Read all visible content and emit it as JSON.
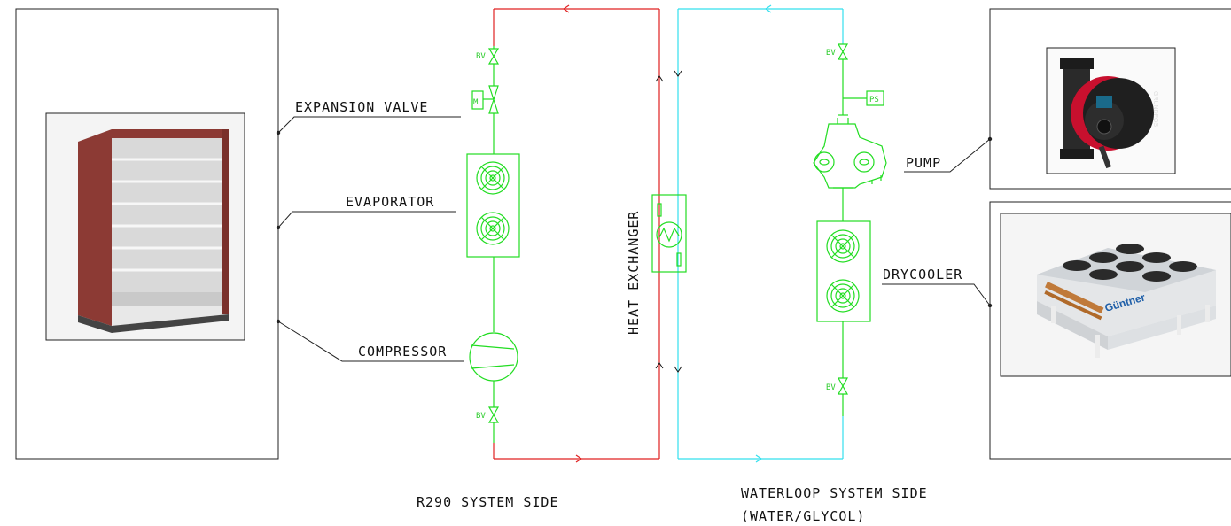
{
  "labels": {
    "expansion_valve": "EXPANSION VALVE",
    "evaporator": "EVAPORATOR",
    "compressor": "COMPRESSOR",
    "heat_exchanger": "HEAT EXCHANGER",
    "pump": "PUMP",
    "drycooler": "DRYCOOLER",
    "r290_side": "R290 SYSTEM SIDE",
    "waterloop_side": "WATERLOOP SYSTEM SIDE",
    "waterloop_medium": "(WATER/GLYCOL)"
  },
  "tags": {
    "ball_valve": "BV",
    "pressure_switch": "PS",
    "motor": "M",
    "pump_brand": "GRUNDFOS",
    "drycooler_brand": "Güntner"
  },
  "colors": {
    "refrigerant_line": "#e02020",
    "water_line": "#33e0ee",
    "component": "#22dd22",
    "cabinet_body": "#8c3a34"
  },
  "icons": [
    "display-cabinet-image",
    "circulation-pump-image",
    "drycooler-image",
    "fan-icon",
    "ball-valve-icon",
    "compressor-icon",
    "heat-exchanger-icon"
  ]
}
